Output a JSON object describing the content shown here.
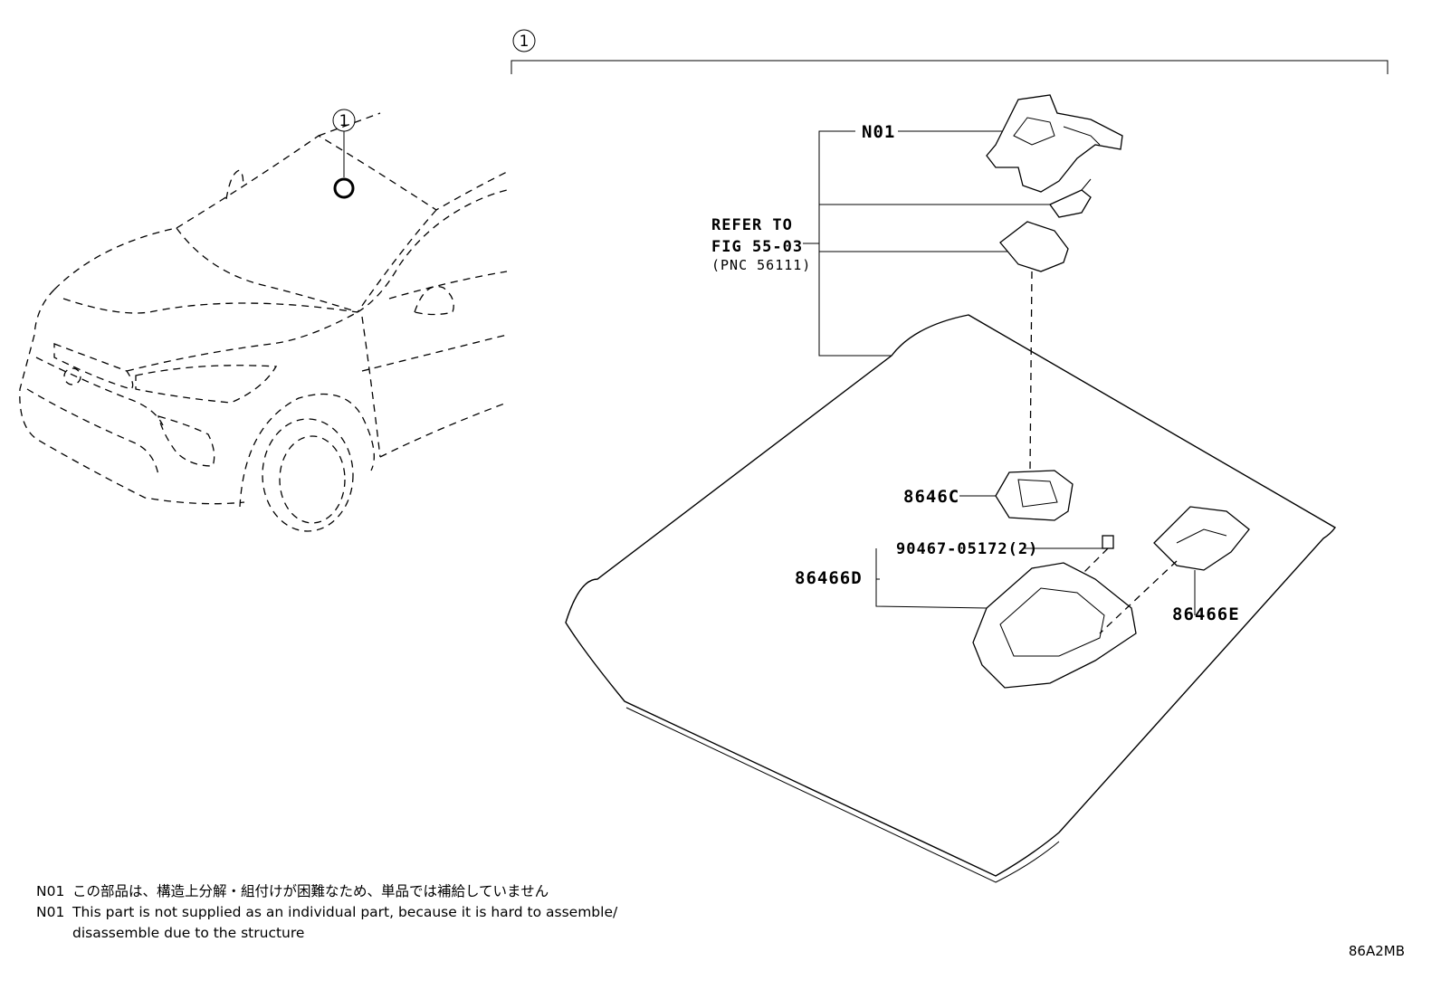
{
  "header": {
    "group_number": "1"
  },
  "vehicle_view": {
    "location_marker_number": "1"
  },
  "callouts": {
    "n01": "N01",
    "refer_line1": "REFER TO",
    "refer_line2": "FIG 55-03",
    "refer_line3": "(PNC 56111)",
    "p8646c": "8646C",
    "p90467": "90467-05172(2)",
    "p86466d": "86466D",
    "p86466e": "86466E"
  },
  "notes": [
    {
      "code": "N01",
      "text": "この部品は、構造上分解・組付けが困難なため、単品では補給していません"
    },
    {
      "code": "N01",
      "text": "This part is not supplied as an individual part, because it is hard to assemble/"
    },
    {
      "code": "",
      "text": "disassemble due to the structure"
    }
  ],
  "diagram_id": "86A2MB"
}
